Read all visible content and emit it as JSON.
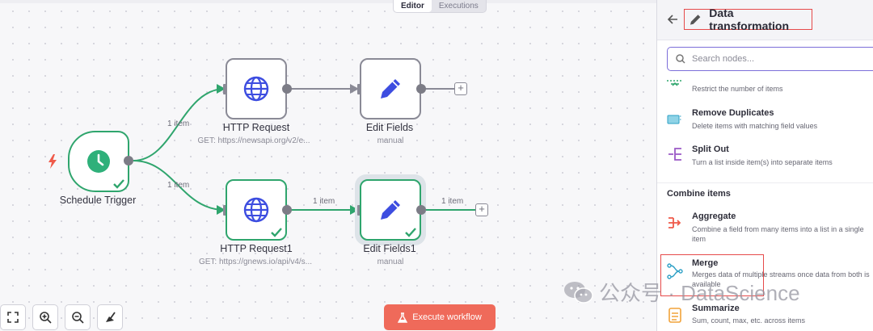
{
  "tabs": {
    "editor": "Editor",
    "executions": "Executions"
  },
  "nodes": {
    "schedule": {
      "label": "Schedule Trigger"
    },
    "http1": {
      "label": "HTTP Request",
      "sub": "GET: https://newsapi.org/v2/e..."
    },
    "edit1": {
      "label": "Edit Fields",
      "sub": "manual"
    },
    "http2": {
      "label": "HTTP Request1",
      "sub": "GET: https://gnews.io/api/v4/s..."
    },
    "edit2": {
      "label": "Edit Fields1",
      "sub": "manual"
    }
  },
  "edges": {
    "e1": "1 item",
    "e2": "1 item",
    "e3": "1 item",
    "e4": "1 item"
  },
  "execute_button": "Execute workflow",
  "panel": {
    "title": "Data transformation",
    "search_placeholder": "Search nodes...",
    "items": [
      {
        "title": "",
        "desc": "Restrict the number of items",
        "icon": "limit-icon"
      },
      {
        "title": "Remove Duplicates",
        "desc": "Delete items with matching field values",
        "icon": "remove-duplicates-icon"
      },
      {
        "title": "Split Out",
        "desc": "Turn a list inside item(s) into separate items",
        "icon": "split-out-icon"
      }
    ],
    "section": "Combine items",
    "combine_items": [
      {
        "title": "Aggregate",
        "desc": "Combine a field from many items into a list in a single item",
        "icon": "aggregate-icon"
      },
      {
        "title": "Merge",
        "desc": "Merges data of multiple streams once data from both is available",
        "icon": "merge-icon"
      },
      {
        "title": "Summarize",
        "desc": "Sum, count, max, etc. across items",
        "icon": "summarize-icon"
      }
    ]
  },
  "watermark": "公众号 · DataScience",
  "colors": {
    "accent": "#7c6ed9",
    "success": "#2fa56d",
    "execute": "#ef6a5a",
    "highlight": "#e64a4a",
    "edit_icon": "#3d4de0"
  }
}
